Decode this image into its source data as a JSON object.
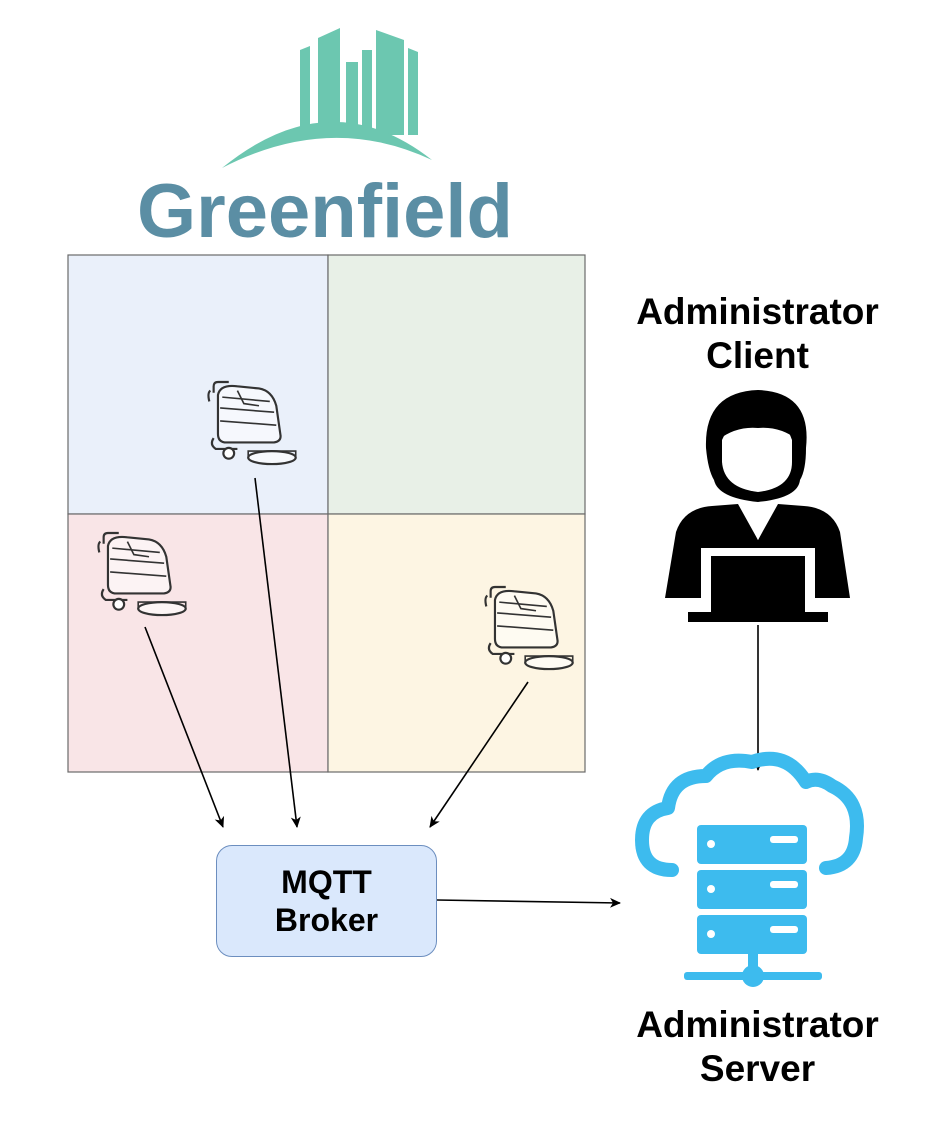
{
  "brand": {
    "name": "Greenfield",
    "logo_icon": "city-skyline-icon",
    "colors": {
      "skyline": "#6cc7b0",
      "text": "#5b8ea4"
    }
  },
  "districts": [
    {
      "id": "district-1",
      "color": "#eaf0fa"
    },
    {
      "id": "district-2",
      "color": "#e8f0e7"
    },
    {
      "id": "district-3",
      "color": "#f9e5e7"
    },
    {
      "id": "district-4",
      "color": "#fdf5e3"
    }
  ],
  "robots": {
    "icon": "floor-scrubber-robot-icon",
    "count": 3
  },
  "broker": {
    "line1": "MQTT",
    "line2": "Broker",
    "fill": "#dae8fc",
    "stroke": "#6c8ebf"
  },
  "admin_client": {
    "line1": "Administrator",
    "line2": "Client",
    "icon": "user-with-laptop-icon"
  },
  "admin_server": {
    "line1": "Administrator",
    "line2": "Server",
    "icon": "cloud-server-icon",
    "color": "#3dbbee"
  }
}
